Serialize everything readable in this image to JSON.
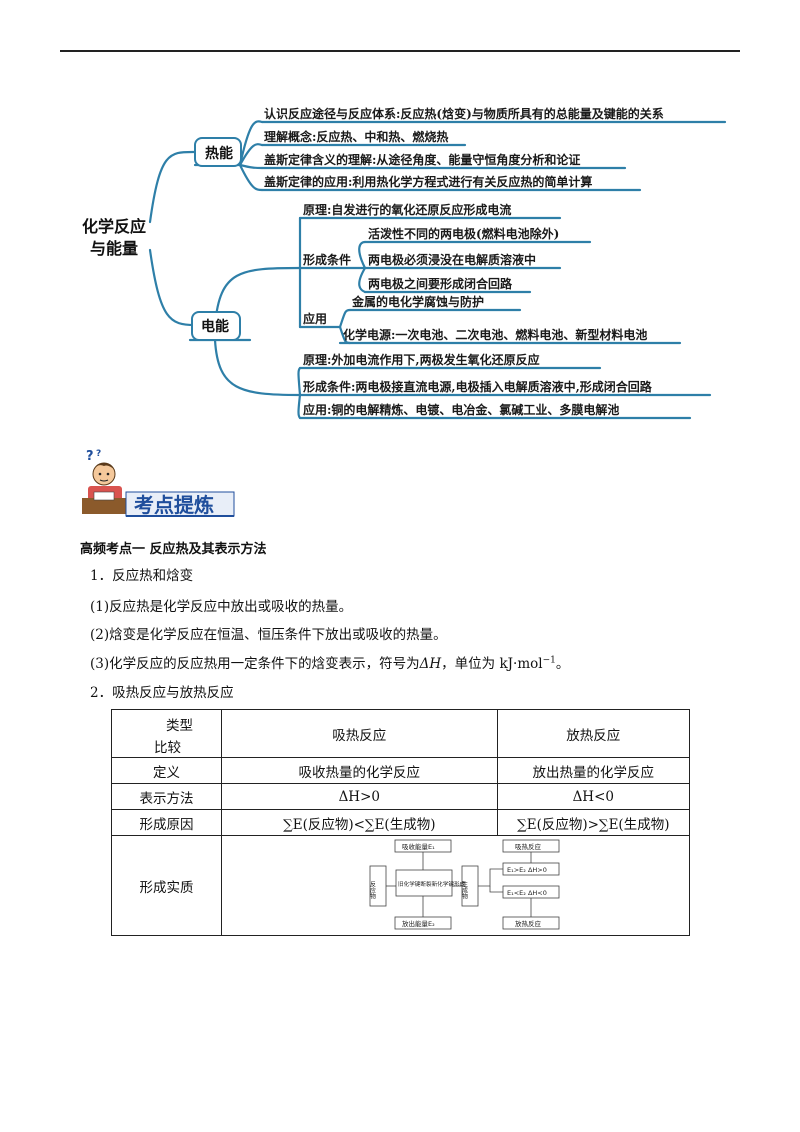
{
  "mindmap": {
    "root_line1": "化学反应",
    "root_line2": "与能量",
    "thermal": {
      "label": "热能",
      "items": [
        "认识反应途径与反应体系:反应热(焓变)与物质所具有的总能量及键能的关系",
        "理解概念:反应热、中和热、燃烧热",
        "盖斯定律含义的理解:从途径角度、能量守恒角度分析和论证",
        "盖斯定律的应用:利用热化学方程式进行有关反应热的简单计算"
      ]
    },
    "electric": {
      "label": "电能",
      "battery": {
        "principle": "原理:自发进行的氧化还原反应形成电流",
        "conditions_label": "形成条件",
        "conditions": [
          "活泼性不同的两电极(燃料电池除外)",
          "两电极必须浸没在电解质溶液中",
          "两电极之间要形成闭合回路"
        ],
        "apps_label": "应用",
        "apps": [
          "金属的电化学腐蚀与防护",
          "化学电源:一次电池、二次电池、燃料电池、新型材料电池"
        ]
      },
      "electrolysis": [
        "原理:外加电流作用下,两极发生氧化还原反应",
        "形成条件:两电极接直流电源,电极插入电解质溶液中,形成闭合回路",
        "应用:铜的电解精炼、电镀、电冶金、氯碱工业、多膜电解池"
      ]
    }
  },
  "banner": {
    "text": "考点提炼"
  },
  "section": {
    "title": "高频考点一   反应热及其表示方法",
    "h1": "1．反应热和焓变",
    "p1": "(1)反应热是化学反应中放出或吸收的热量。",
    "p2": "(2)焓变是化学反应在恒温、恒压条件下放出或吸收的热量。",
    "p3_pre": "(3)化学反应的反应热用一定条件下的焓变表示，符号为",
    "p3_sym": "ΔH",
    "p3_mid": "，单位为  kJ·mol",
    "p3_sup": "−1",
    "p3_end": "。",
    "h2": "2．吸热反应与放热反应"
  },
  "table": {
    "corner_top": "类型",
    "corner_bottom": "比较",
    "col1": "吸热反应",
    "col2": "放热反应",
    "rows": [
      {
        "label": "定义",
        "a": "吸收热量的化学反应",
        "b": "放出热量的化学反应"
      },
      {
        "label": "表示方法",
        "a": "ΔH>0",
        "b": "ΔH<0"
      },
      {
        "label": "形成原因",
        "a": "∑E(反应物)<∑E(生成物)",
        "b": "∑E(反应物)>∑E(生成物)"
      },
      {
        "label": "形成实质"
      }
    ],
    "diagram": {
      "top": "吸收能量E₁",
      "left": "反应物",
      "center": "旧化学键断裂新化学键形成",
      "right": "生成物",
      "bottom": "放出能量E₂",
      "r1": "吸热反应",
      "r2": "E₁>E₂ ΔH>0",
      "r3": "E₁<E₂ ΔH<0",
      "r4": "放热反应"
    }
  },
  "colors": {
    "line": "#2e7fa8",
    "accent": "#1f4e9c"
  }
}
